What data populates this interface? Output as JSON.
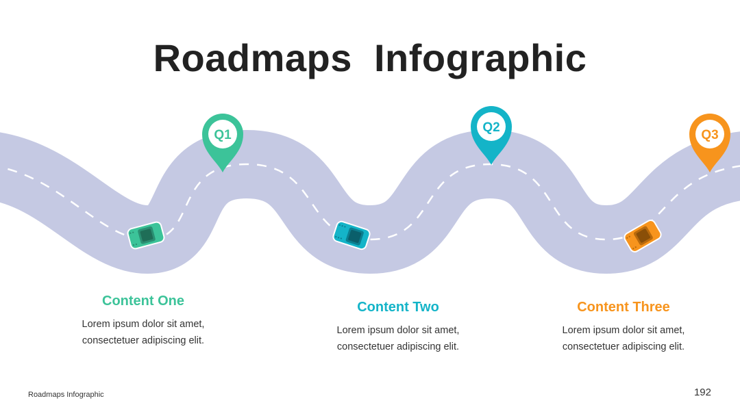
{
  "title": "Roadmaps  Infographic",
  "road_color": "#c5c9e3",
  "markers": [
    {
      "label": "Q1",
      "color": "#3cc399"
    },
    {
      "label": "Q2",
      "color": "#14b4c8"
    },
    {
      "label": "Q3",
      "color": "#f7941d"
    }
  ],
  "contents": [
    {
      "heading": "Content One",
      "color": "#3cc399",
      "line1": "Lorem ipsum dolor sit amet,",
      "line2": "consectetuer adipiscing elit."
    },
    {
      "heading": "Content Two",
      "color": "#14b4c8",
      "line1": "Lorem ipsum dolor sit amet,",
      "line2": "consectetuer adipiscing elit."
    },
    {
      "heading": "Content Three",
      "color": "#f7941d",
      "line1": "Lorem ipsum dolor sit amet,",
      "line2": "consectetuer adipiscing elit."
    }
  ],
  "footer": {
    "text": "Roadmaps Infographic",
    "page": "192"
  }
}
